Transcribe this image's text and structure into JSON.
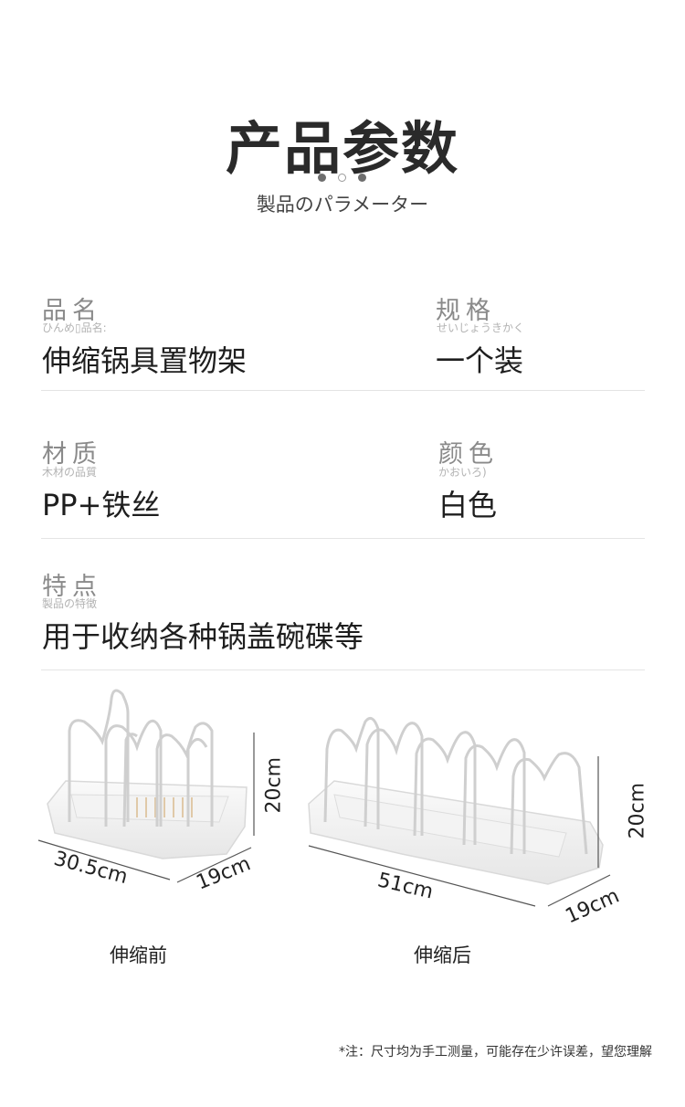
{
  "header": {
    "title": "产品参数",
    "subtitle": "製品のパラメーター"
  },
  "specs": {
    "name": {
      "label": "品名",
      "ruby": "ひんめ▯品名:",
      "value": "伸缩锅具置物架"
    },
    "spec": {
      "label": "规格",
      "ruby": "せいじょうきかく",
      "value": "一个装"
    },
    "material": {
      "label": "材质",
      "ruby": "木材の品質",
      "value": "PP+铁丝"
    },
    "color": {
      "label": "颜色",
      "ruby": "かおいろ)",
      "value": "白色"
    },
    "feature": {
      "label": "特点",
      "ruby": "製品の特徴",
      "value": "用于收纳各种锅盖碗碟等"
    }
  },
  "products": {
    "before": {
      "caption": "伸缩前",
      "height": "20cm",
      "length": "30.5cm",
      "width": "19cm"
    },
    "after": {
      "caption": "伸缩后",
      "height": "20cm",
      "length": "51cm",
      "width": "19cm"
    }
  },
  "footnote": "*注：尺寸均为手工测量，可能存在少许误差，望您理解",
  "colors": {
    "dot_dark": "#6e6e6e",
    "dot_light": "#c8c8c8",
    "rule": "#e4e4e4"
  }
}
